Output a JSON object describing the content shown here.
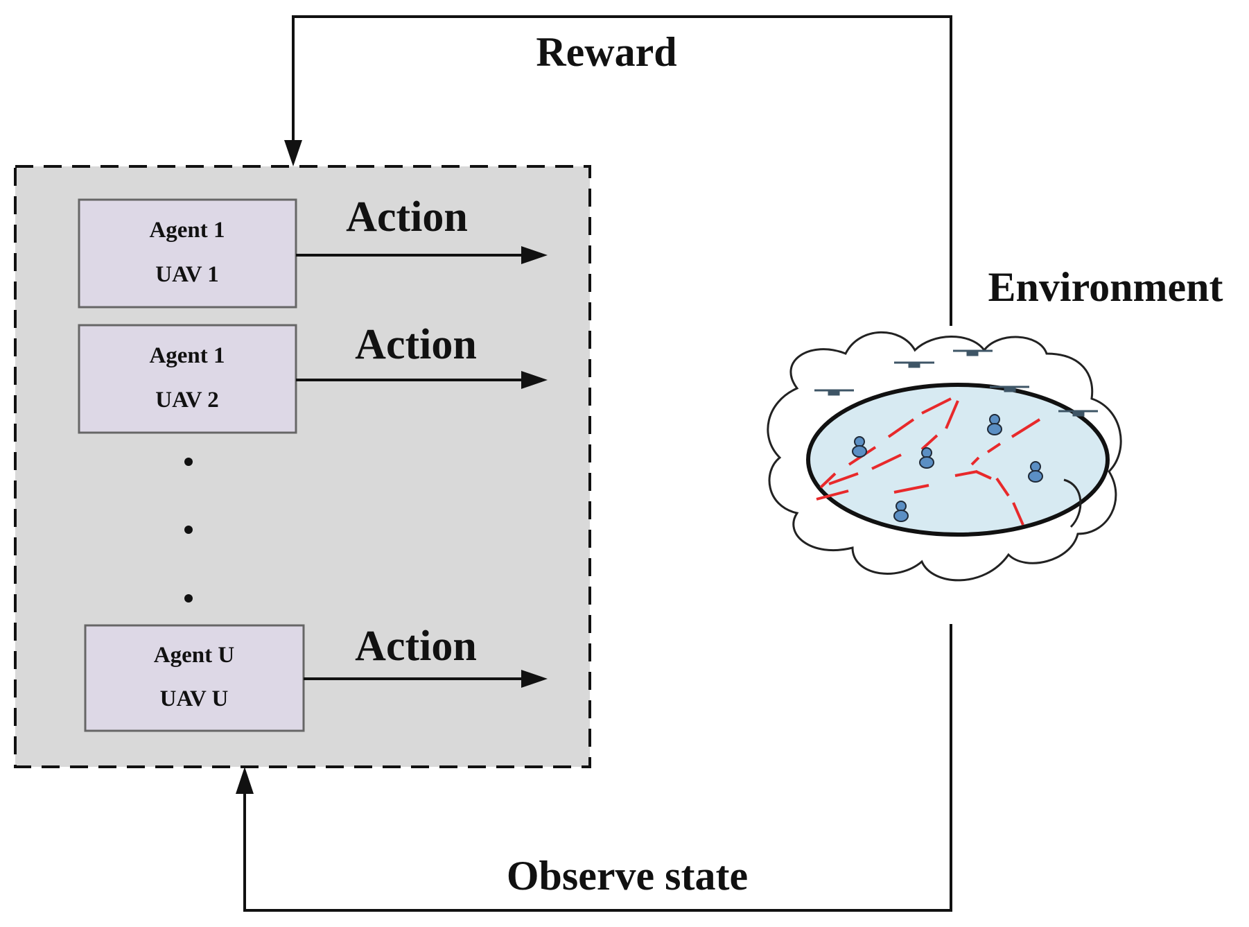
{
  "labels": {
    "reward": "Reward",
    "environment": "Environment",
    "observe_state": "Observe state"
  },
  "agents": [
    {
      "agent": "Agent 1",
      "uav": "UAV 1",
      "action": "Action"
    },
    {
      "agent": "Agent 1",
      "uav": "UAV 2",
      "action": "Action"
    },
    {
      "agent": "Agent U",
      "uav": "UAV U",
      "action": "Action"
    }
  ],
  "colors": {
    "agent_group_fill": "#d9d9d9",
    "agent_box_fill": "#ddd8e6",
    "agent_box_border": "#666666",
    "environment_area_fill": "#d7eaf2",
    "link_color": "#e8292b",
    "user_icon_color": "#5b8fc4",
    "uav_icon_color": "#3e5566"
  }
}
